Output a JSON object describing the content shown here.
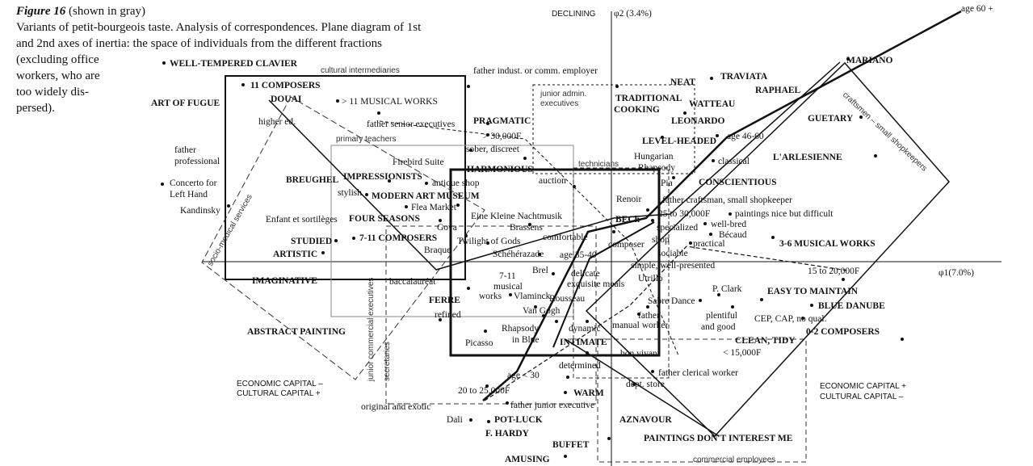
{
  "caption": {
    "figure": "Figure 16",
    "shown": "(shown in gray)",
    "line1": "Variants of petit-bourgeois taste. Analysis of correspondences. Plane diagram of 1st",
    "line2": "and 2nd axes of inertia: the space of individuals from the different fractions",
    "narrow": [
      "(excluding office",
      "workers, who are",
      "too widely dis-",
      "persed)."
    ]
  },
  "axes": {
    "vertical_top": "DECLINING",
    "vertical_label": "φ2 (3.4%)",
    "horizontal_label": "φ1(7.0%)",
    "left_econ_1": "ECONOMIC CAPITAL –",
    "left_econ_2": "CULTURAL CAPITAL +",
    "right_econ_1": "ECONOMIC CAPITAL +",
    "right_econ_2": "CULTURAL CAPITAL –"
  },
  "labels": {
    "well_tempered": "WELL-TEMPERED CLAVIER",
    "art_of_fugue": "ART OF FUGUE",
    "eleven_composers": "11 COMPOSERS",
    "douai": "DOUAI",
    "gt11_musical_works": "> 11 MUSICAL WORKS",
    "higher_ed": "higher ed.",
    "father_senior": "father senior executives",
    "father_professional_1": "father",
    "father_professional_2": "professional",
    "concerto_1": "Concerto for",
    "concerto_2": "Left Hand",
    "kandinsky": "Kandinsky",
    "breughel": "BREUGHEL",
    "impressionists": "IMPRESSIONISTS",
    "stylish": "stylish",
    "modern_art_museum": "MODERN ART MUSEUM",
    "enfant": "Enfant et sortilèges",
    "four_seasons": "FOUR SEASONS",
    "flea_market": "Flea Market",
    "gova": "Gova",
    "studied": "STUDIED",
    "artistic": "ARTISTIC",
    "seven_11_composers": "7-11 COMPOSERS",
    "braque": "Braque",
    "imaginative": "IMAGINATIVE",
    "baccalaureat": "baccalauréat",
    "firebird": "Firebird Suite",
    "antique_shop": "antique shop",
    "harmonious": "HARMONIOUS",
    "auction": "auction",
    "pragmatic": "PRAGMATIC",
    "gt30000": "> 30,000F",
    "sober": "sober, discreet",
    "father_indust": "father indust. or comm. employer",
    "eine_kleine": "Eine Kleine Nachtmusik",
    "brassens": "Brassens",
    "twilight": "Twilight of Gods",
    "comfortable": "comfortable",
    "scheherazade": "Schéhérazade",
    "age_35_40": "age 35-40",
    "brel": "Brel",
    "seven_11_mw_1": "7-11",
    "seven_11_mw_2": "musical",
    "seven_11_mw_3": "works",
    "ferre": "FERRE",
    "vlaminck": "Vlaminck",
    "van_gogh": "Van Gogh",
    "refined": "refined",
    "rousseau": "Rousseau",
    "rhapsody_blue_1": "Rhapsody",
    "rhapsody_blue_2": "in Blue",
    "picasso": "Picasso",
    "dynamic": "dynamic",
    "intimate": "INTIMATE",
    "abstract_painting": "ABSTRACT PAINTING",
    "age_lt30": "age < 30",
    "determined": "determined",
    "twenty_25000": "20 to 25,000F",
    "warm": "WARM",
    "original_exotic": "original and exotic",
    "father_junior": "father junior executive",
    "dali": "Dali",
    "pot_luck": "POT-LUCK",
    "f_hardy": "F. HARDY",
    "buffet": "BUFFET",
    "amusing": "AMUSING",
    "junior_admin_1": "junior admin.",
    "junior_admin_2": "executives",
    "traditional_cooking_1": "TRADITIONAL",
    "traditional_cooking_2": "COOKING",
    "neat": "NEAT",
    "watteau": "WATTEAU",
    "traviata": "TRAVIATA",
    "raphael": "RAPHAEL",
    "mariano": "MARIANO",
    "age60": "age 60 +",
    "leonardo": "LEONARDO",
    "guetary": "GUETARY",
    "level_headed": "LEVEL-HEADED",
    "age_46_60": "age 46-60",
    "hungarian_1": "Hungarian",
    "hungarian_2": "Rhapsody",
    "classical": "classical",
    "larlesienne": "L'ARLESIENNE",
    "conscientious": "CONSCIENTIOUS",
    "pia": "Pia",
    "renoir": "Renoir",
    "father_craftsman": "father craftsman, small shopkeeper",
    "bech": "BECh",
    "twentyfive_30000": "25 to 30,000F",
    "paintings_nice": "paintings nice but difficult",
    "specialized": "specialized",
    "well_bred": "well-bred",
    "becaud": "Bécaud",
    "composer": "composer",
    "shop": "shop",
    "sociable": "sociable",
    "practical": "practical",
    "three_6_musical": "3-6 MUSICAL WORKS",
    "simple_presented": "simple, well-presented",
    "delicate": "delicate",
    "exquisite_meals": "exquisite meals",
    "utrillo": "Utrillo",
    "fifteen_20000": "15 to 20,000F",
    "p_clark": "P. Clark",
    "easy_maintain": "EASY TO MAINTAIN",
    "sabre_dance": "Sabre Dance",
    "blue_danube": "BLUE DANUBE",
    "father_manual_1": "father",
    "father_manual_2": "manual worker",
    "plentiful_1": "plentiful",
    "plentiful_2": "and good",
    "cep_cap": "CEP, CAP, no qual.",
    "zero_2_composers": "0-2 COMPOSERS",
    "clean_tidy": "CLEAN, TIDY",
    "lt15000": "< 15,000F",
    "bon_vivant": "bon vivant",
    "father_clerical": "father clerical worker",
    "dept_store": "dept. store",
    "aznavour": "AZNAVOUR",
    "paintings_dont": "PAINTINGS DON'T INTEREST ME",
    "cultural_intermediaries": "cultural intermediaries",
    "primary_teachers": "primary teachers",
    "technicians": "technicians",
    "craftsmen_shopkeepers": "craftsmen – small shopkeepers",
    "social_medical": "socio-medical services",
    "junior_commercial": "junior commercial executives",
    "secretaries": "secretaries",
    "commercial_employees": "commercial employees"
  }
}
